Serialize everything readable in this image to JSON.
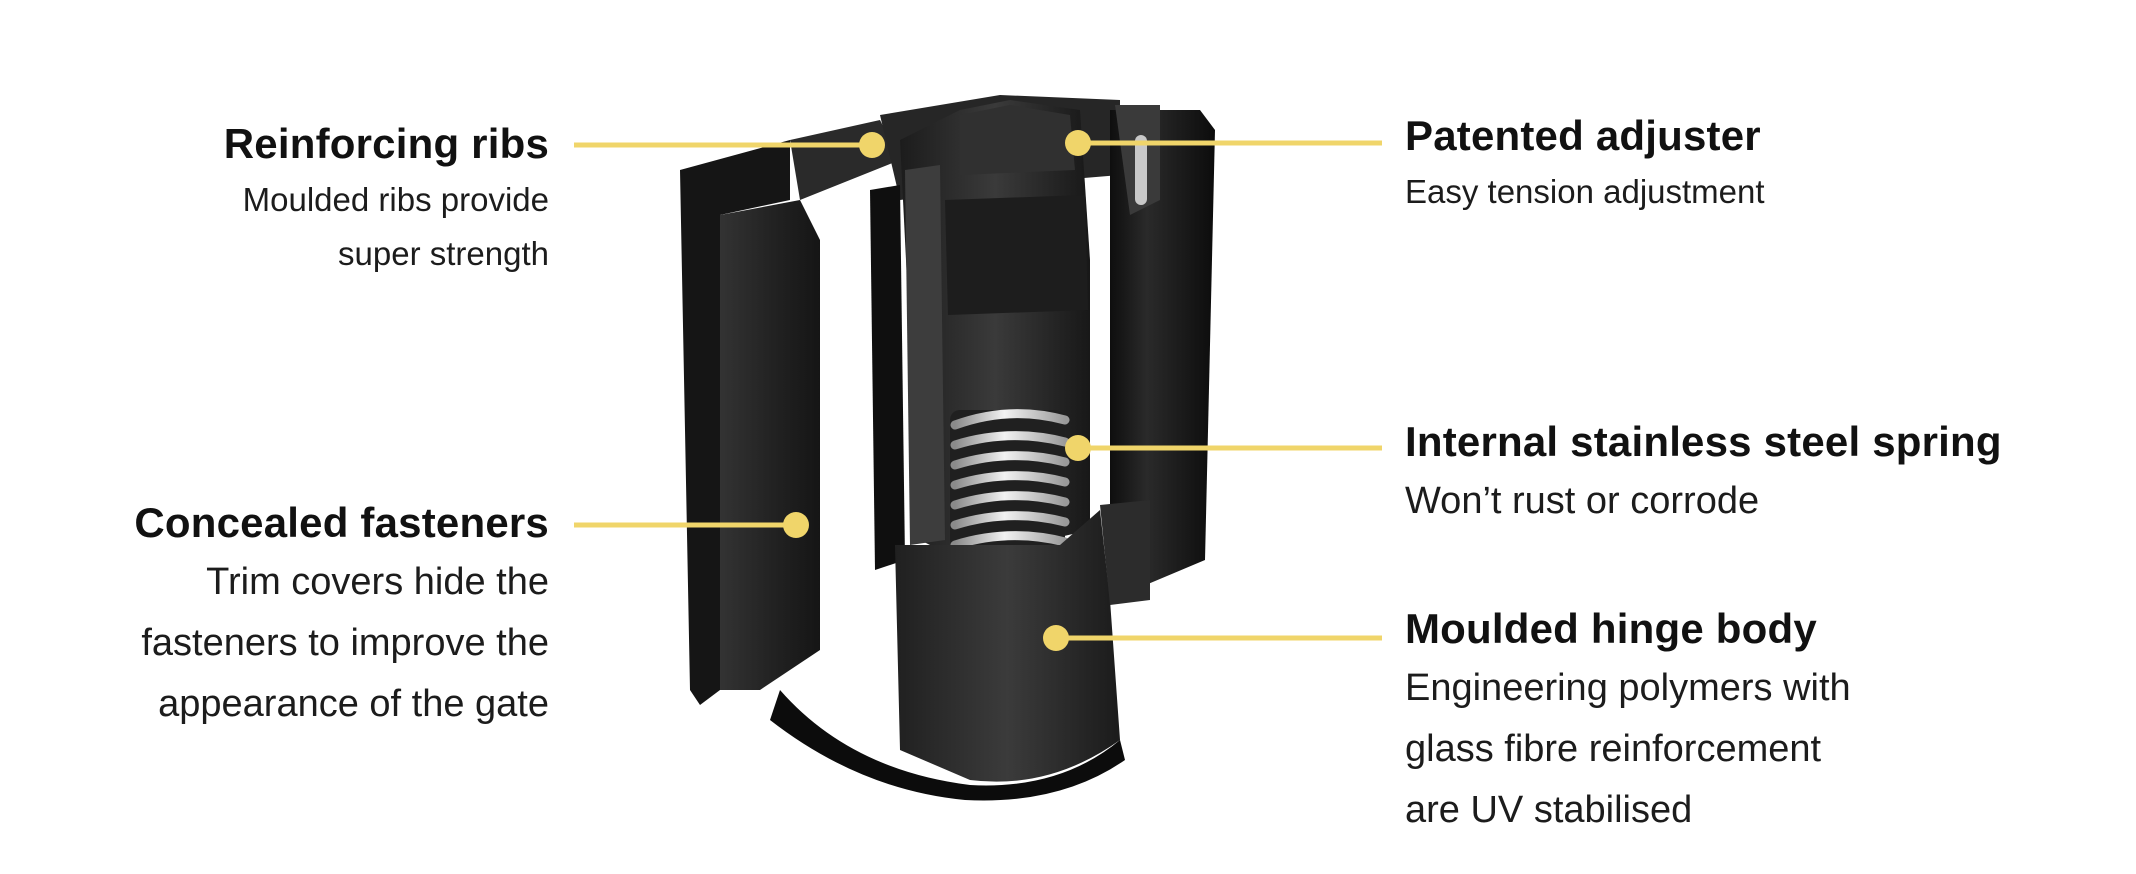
{
  "colors": {
    "leader": "#f0d56a",
    "text": "#111111",
    "body_dark": "#1f1f1f",
    "spring": "#d8d8d8"
  },
  "callouts": {
    "reinforcing_ribs": {
      "title": "Reinforcing ribs",
      "description": "Moulded ribs provide\nsuper strength"
    },
    "concealed_fasteners": {
      "title": "Concealed fasteners",
      "description": "Trim covers hide the\nfasteners to improve the\nappearance of the gate"
    },
    "patented_adjuster": {
      "title": "Patented adjuster",
      "description": "Easy tension adjustment"
    },
    "stainless_spring": {
      "title": "Internal stainless steel spring",
      "description": "Won’t rust or corrode"
    },
    "hinge_body": {
      "title": "Moulded hinge body",
      "description": "Engineering polymers with\nglass fibre reinforcement\nare UV stabilised"
    }
  }
}
